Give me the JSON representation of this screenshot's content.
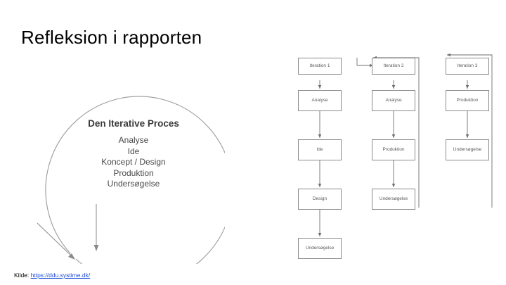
{
  "slide": {
    "title": "Refleksion i rapporten",
    "source_prefix": "Kilde: ",
    "source_link": "https://ddu.systime.dk/"
  },
  "circle_diagram": {
    "heading": "Den Iterative Proces",
    "steps": [
      "Analyse",
      "Ide",
      "Koncept / Design",
      "Produktion",
      "Undersøgelse"
    ]
  },
  "flowchart": {
    "columns": [
      {
        "header": "Iteration 1",
        "boxes": [
          "Analyse",
          "Ide",
          "Design",
          "Undersøgelse"
        ]
      },
      {
        "header": "Iteration 2",
        "boxes": [
          "Analyse",
          "Produktion",
          "Undersøgelse"
        ]
      },
      {
        "header": "Iteration 3",
        "boxes": [
          "Produktion",
          "Undersøgelse"
        ]
      }
    ]
  },
  "colors": {
    "box_border": "#8a8a8a",
    "box_text": "#5a5a5a",
    "link": "#1f4fd8",
    "circle_stroke": "#9a9a9a"
  }
}
